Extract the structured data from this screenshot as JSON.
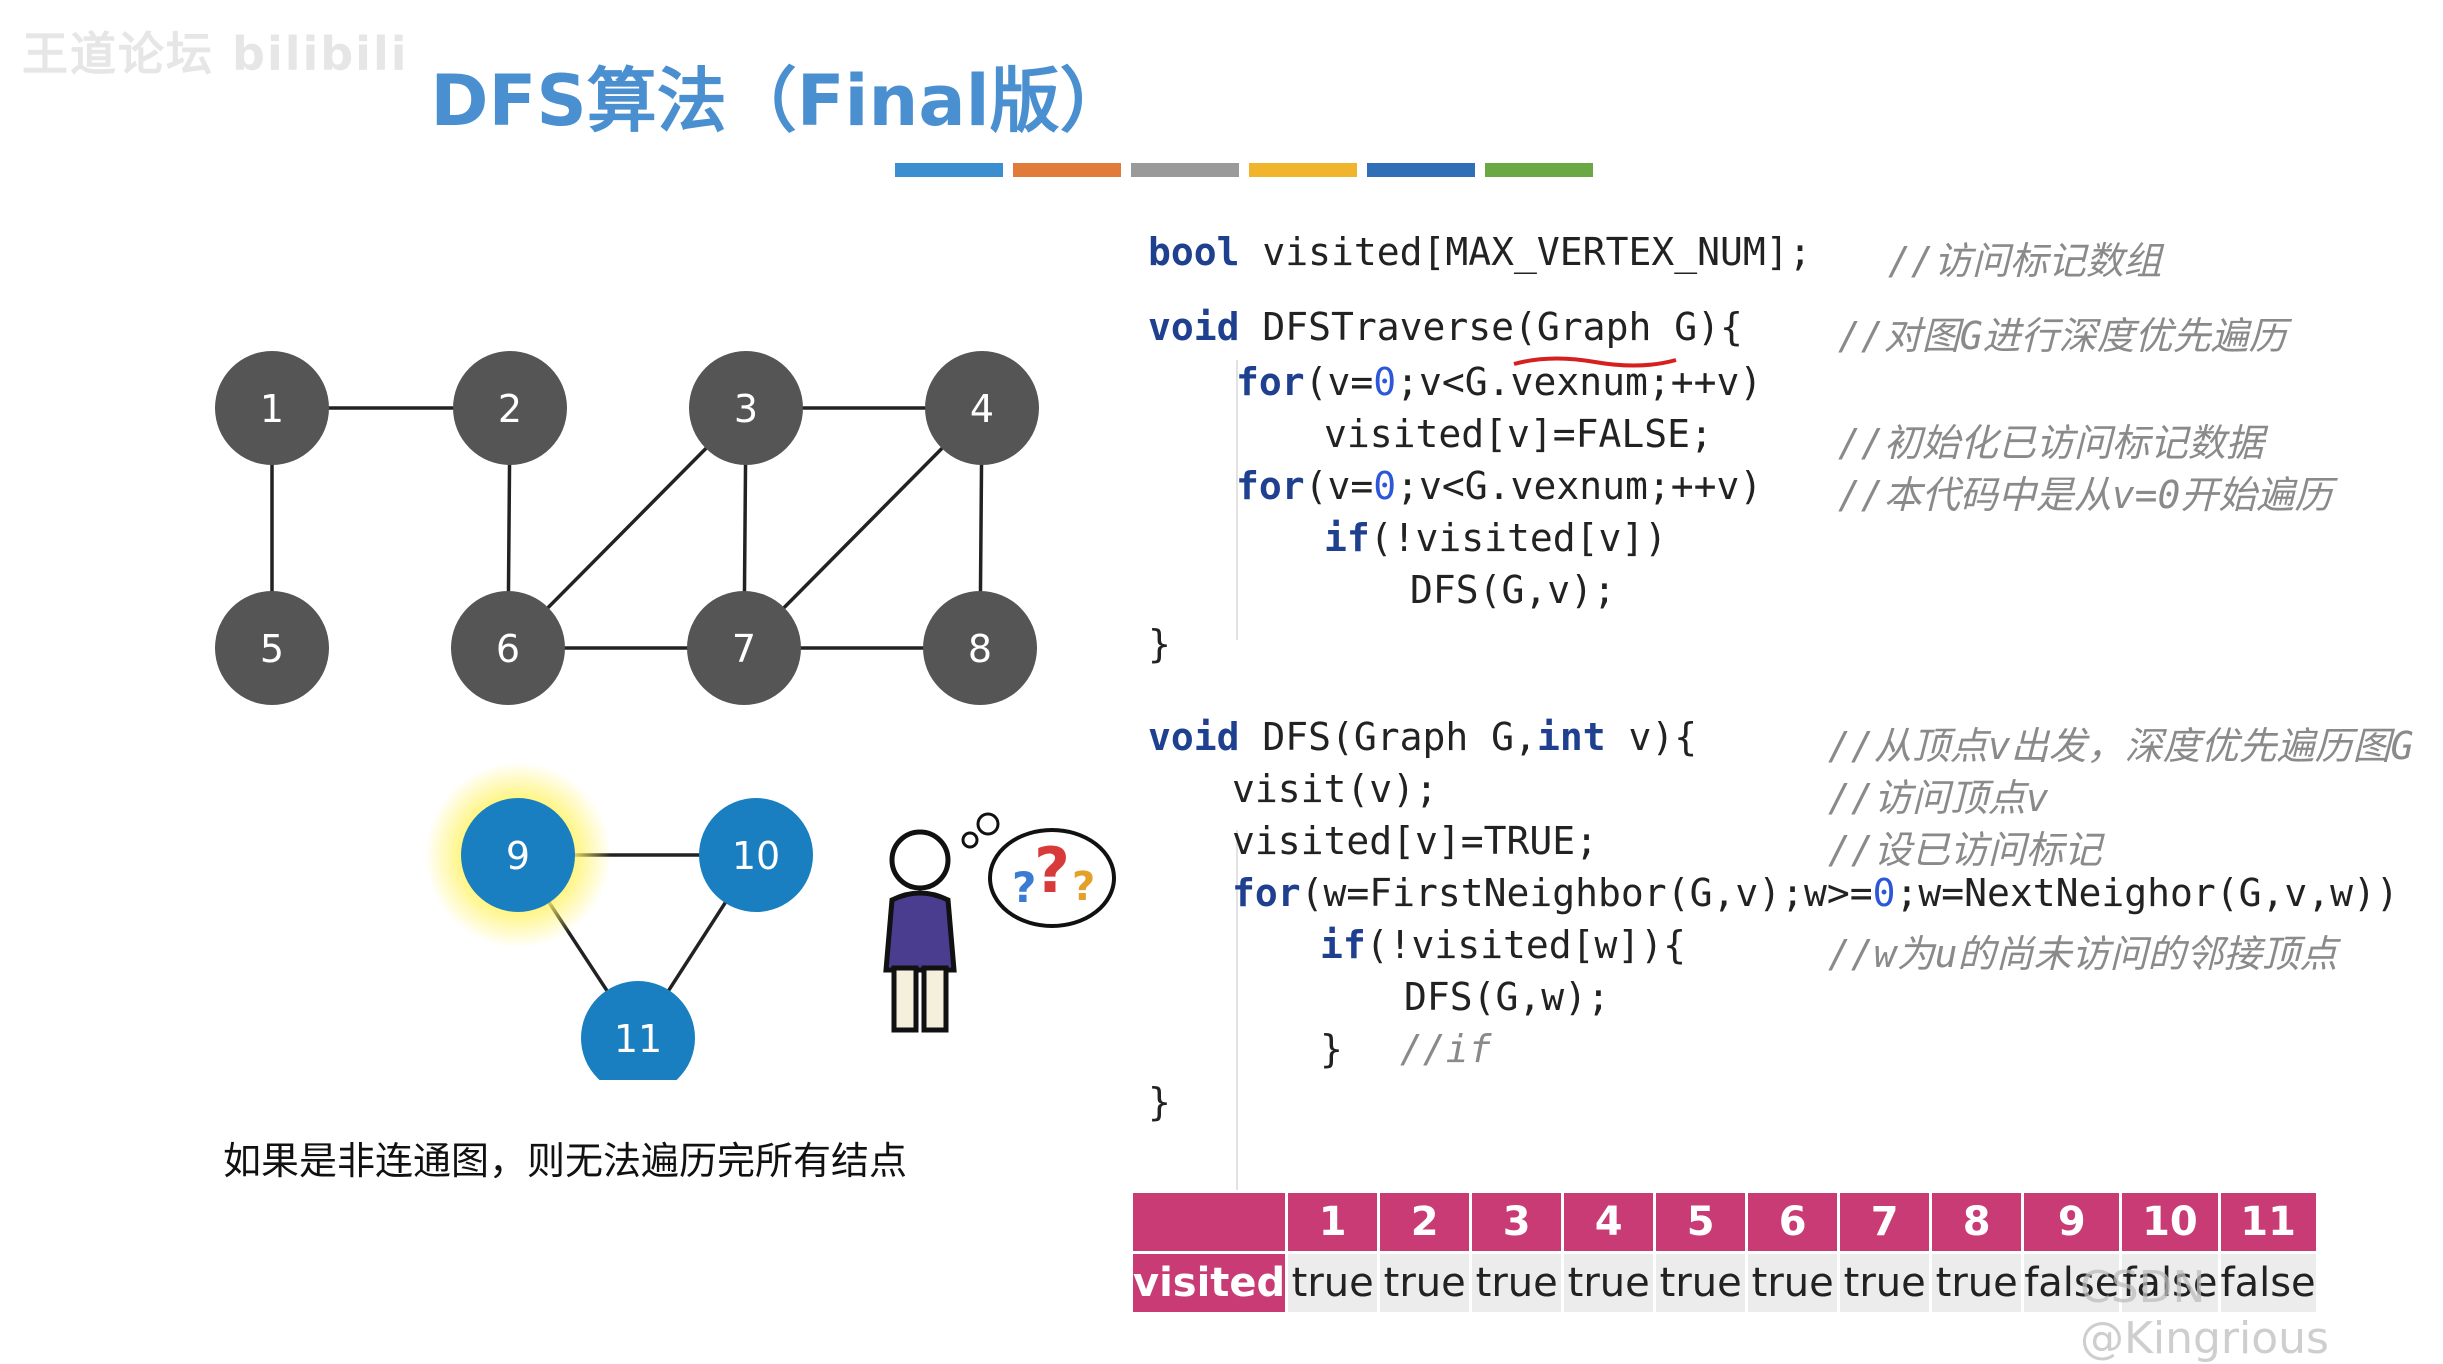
{
  "watermark": "王道论坛 bilibili",
  "title": "DFS算法（Final版）",
  "stripe_colors": [
    "#3b8fd0",
    "#e07b3a",
    "#9a9a9a",
    "#f1b52d",
    "#2f6fb8",
    "#6aa844"
  ],
  "graph": {
    "nodes": [
      {
        "id": "n1",
        "label": "1",
        "color": "#555555"
      },
      {
        "id": "n2",
        "label": "2",
        "color": "#555555"
      },
      {
        "id": "n3",
        "label": "3",
        "color": "#555555"
      },
      {
        "id": "n4",
        "label": "4",
        "color": "#555555"
      },
      {
        "id": "n5",
        "label": "5",
        "color": "#555555"
      },
      {
        "id": "n6",
        "label": "6",
        "color": "#555555"
      },
      {
        "id": "n7",
        "label": "7",
        "color": "#555555"
      },
      {
        "id": "n8",
        "label": "8",
        "color": "#555555"
      },
      {
        "id": "n9",
        "label": "9",
        "color": "#1a7fc1",
        "highlight": true
      },
      {
        "id": "n10",
        "label": "10",
        "color": "#1a7fc1"
      },
      {
        "id": "n11",
        "label": "11",
        "color": "#1a7fc1"
      }
    ],
    "edges": [
      [
        "n1",
        "n2"
      ],
      [
        "n1",
        "n5"
      ],
      [
        "n2",
        "n6"
      ],
      [
        "n3",
        "n6"
      ],
      [
        "n3",
        "n7"
      ],
      [
        "n3",
        "n4"
      ],
      [
        "n4",
        "n7"
      ],
      [
        "n4",
        "n8"
      ],
      [
        "n6",
        "n7"
      ],
      [
        "n7",
        "n8"
      ],
      [
        "n9",
        "n10"
      ],
      [
        "n9",
        "n11"
      ],
      [
        "n10",
        "n11"
      ]
    ]
  },
  "code": {
    "l1": {
      "kw": "bool",
      "text": " visited[MAX_VERTEX_NUM];",
      "comment": "//访问标记数组"
    },
    "l2": {
      "kw": "void",
      "text": " DFSTraverse(Graph G){",
      "comment": "//对图G进行深度优先遍历"
    },
    "l3": {
      "kw": "for",
      "a": "(v=",
      "num": "0",
      "b": ";v<G.vexnum;++v)"
    },
    "l4": {
      "text": "visited[v]=FALSE;",
      "comment": "//初始化已访问标记数据"
    },
    "l5": {
      "kw": "for",
      "a": "(v=",
      "num": "0",
      "b": ";v<G.vexnum;++v)",
      "comment": "//本代码中是从v=0开始遍历"
    },
    "l6": {
      "kw": "if",
      "text": "(!visited[v])"
    },
    "l7": {
      "text": "DFS(G,v);"
    },
    "l8": {
      "text": "}"
    },
    "l9": {
      "kw": "void",
      "a": " DFS(Graph G,",
      "kw2": "int",
      "b": " v){",
      "comment": "//从顶点v出发，深度优先遍历图G"
    },
    "l10": {
      "text": "visit(v);",
      "comment": "//访问顶点v"
    },
    "l11": {
      "text": "visited[v]=TRUE;",
      "comment": "//设已访问标记"
    },
    "l12": {
      "kw": "for",
      "a": "(w=FirstNeighbor(G,v);w>=",
      "num": "0",
      "b": ";w=NextNeighor(G,v,w))"
    },
    "l13": {
      "kw": "if",
      "text": "(!visited[w]){",
      "comment": "//w为u的尚未访问的邻接顶点"
    },
    "l14": {
      "text": "DFS(G,w);"
    },
    "l15": {
      "text": "}",
      "comment": "//if"
    },
    "l16": {
      "text": "}"
    }
  },
  "caption": "如果是非连通图，则无法遍历完所有结点",
  "visited_table": {
    "label": "visited",
    "headers": [
      "1",
      "2",
      "3",
      "4",
      "5",
      "6",
      "7",
      "8",
      "9",
      "10",
      "11"
    ],
    "values": [
      "true",
      "true",
      "true",
      "true",
      "true",
      "true",
      "true",
      "true",
      "false",
      "false",
      "false"
    ]
  },
  "csdn_watermark": "CSDN @Kingrious"
}
